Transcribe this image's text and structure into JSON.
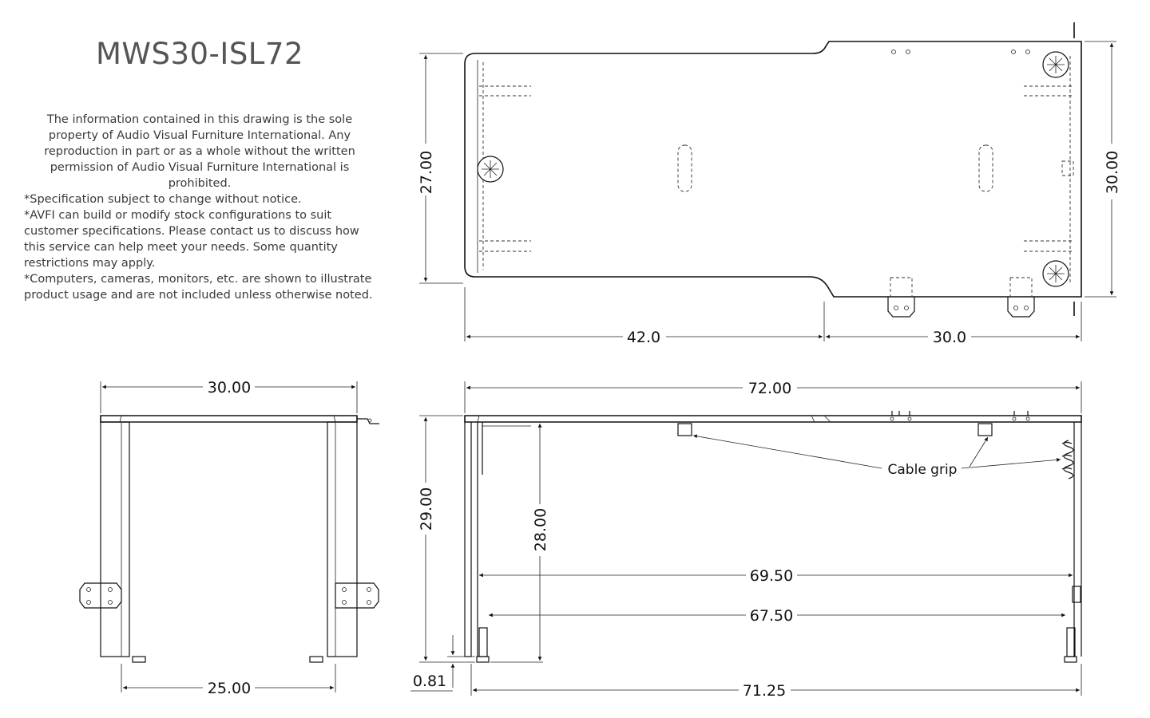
{
  "title": "MWS30-ISL72",
  "notice": {
    "paragraph": "The information contained in this drawing is the sole property of Audio Visual Furniture International. Any reproduction in part or as a whole without the written permission of Audio Visual Furniture International is prohibited.",
    "notes": [
      "*Specification subject to change without notice.",
      "*AVFI can build or modify stock configurations to suit customer specifications. Please contact us to discuss how this service can help meet your needs. Some quantity restrictions may apply.",
      "*Computers, cameras, monitors, etc. are shown to illustrate product usage and are not included unless otherwise noted."
    ]
  },
  "top_view": {
    "dims": {
      "depth_narrow": "27.00",
      "depth_wide": "30.00",
      "length_narrow": "42.0",
      "length_wide": "30.0"
    }
  },
  "side_view": {
    "dims": {
      "width": "30.00",
      "foot_span": "25.00"
    }
  },
  "front_view": {
    "dims": {
      "overall_length": "72.00",
      "height": "29.00",
      "inner_height": "28.00",
      "span_upper": "69.50",
      "span_lower": "67.50",
      "foot_height": "0.81",
      "foot_span": "71.25"
    },
    "callout": "Cable grip"
  }
}
